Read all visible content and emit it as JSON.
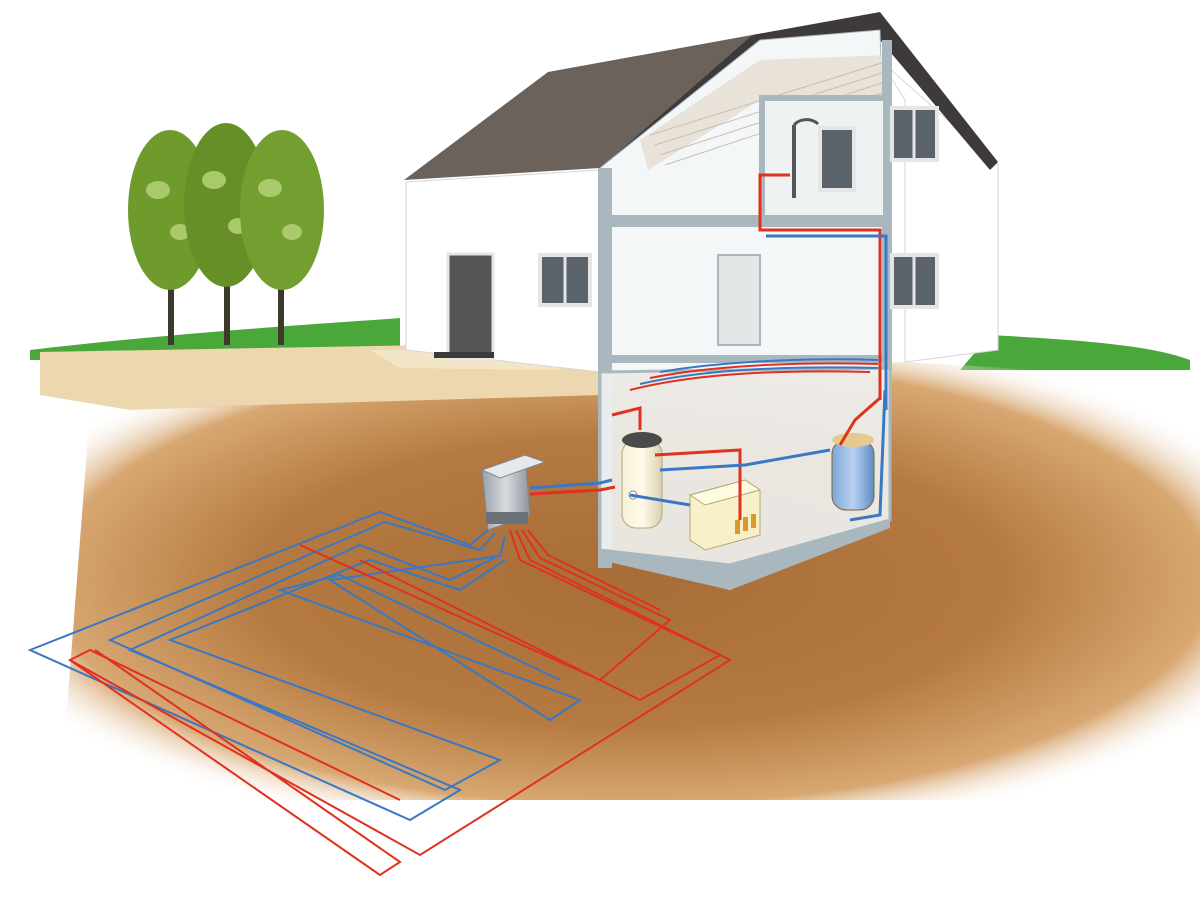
{
  "diagram": {
    "colors": {
      "hot_pipe": "#e0311f",
      "cold_pipe": "#3a78c3",
      "soil": "#b4773f",
      "soil_light": "#d9b07c",
      "path": "#e9d3a8",
      "grass": "#4aa83b",
      "tree_foliage": "#6e9a2c",
      "roof": "#6b625c",
      "wall": "#ffffff",
      "frame": "#a9b8bf"
    },
    "components": [
      {
        "id": "ground-loop",
        "icon": "ground-loop-collector"
      },
      {
        "id": "manifold",
        "icon": "collector-manifold"
      },
      {
        "id": "heat-pump",
        "icon": "heat-pump-unit"
      },
      {
        "id": "hot-water-cylinder",
        "icon": "hot-water-tank"
      },
      {
        "id": "buffer-tank",
        "icon": "buffer-tank"
      },
      {
        "id": "underfloor-heating",
        "icon": "underfloor-heating-loops"
      },
      {
        "id": "shower",
        "icon": "shower"
      }
    ]
  }
}
